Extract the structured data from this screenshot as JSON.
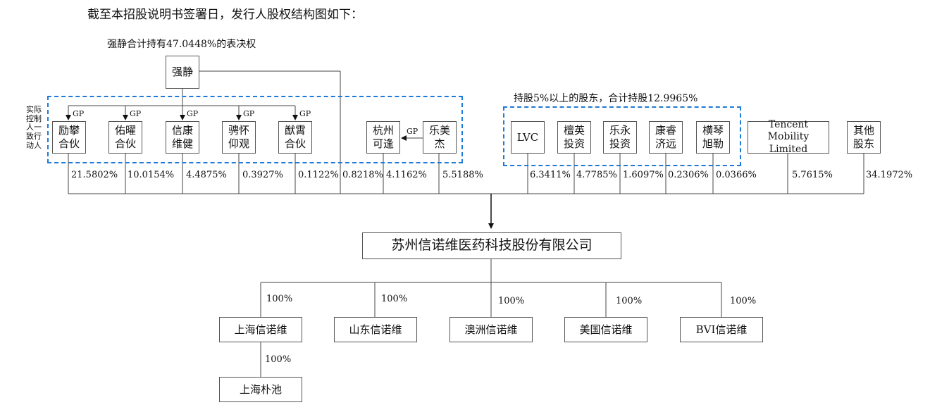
{
  "heading": "截至本招股说明书签署日，发行人股权结构图如下：",
  "controller_note": "强静合计持有47.0448%的表决权",
  "controller": "强静",
  "concert_label": "实际控制人一致行动人",
  "gp_label": "GP",
  "concert_entities": [
    "励攀\n合伙",
    "佑曜\n合伙",
    "信康\n维健",
    "骋怀\n仰观",
    "猷霄\n合伙"
  ],
  "hangzhou": "杭州\n可逢",
  "lemeijie": "乐美\n杰",
  "major_note": "持股5%以上的股东，合计持股12.9965%",
  "major_holders": [
    "LVC",
    "檀英\n投资",
    "乐永\n投资",
    "康睿\n济远",
    "横琴\n旭勒"
  ],
  "tencent": "Tencent Mobility\nLimited",
  "others": "其他\n股东",
  "percentages": [
    "21.5802%",
    "10.0154%",
    "4.4875%",
    "0.3927%",
    "0.1122%",
    "0.8218%",
    "4.1162%",
    "5.5188%",
    "6.3411%",
    "4.7785%",
    "1.6097%",
    "0.2306%",
    "0.0366%",
    "5.7615%",
    "34.1972%"
  ],
  "company": "苏州信诺维医药科技股份有限公司",
  "subsidiaries": [
    "上海信诺维",
    "山东信诺维",
    "澳洲信诺维",
    "美国信诺维",
    "BVI信诺维"
  ],
  "sub_percentages": [
    "100%",
    "100%",
    "100%",
    "100%",
    "100%"
  ],
  "grandchild": "上海朴池",
  "grandchild_percentage": "100%"
}
